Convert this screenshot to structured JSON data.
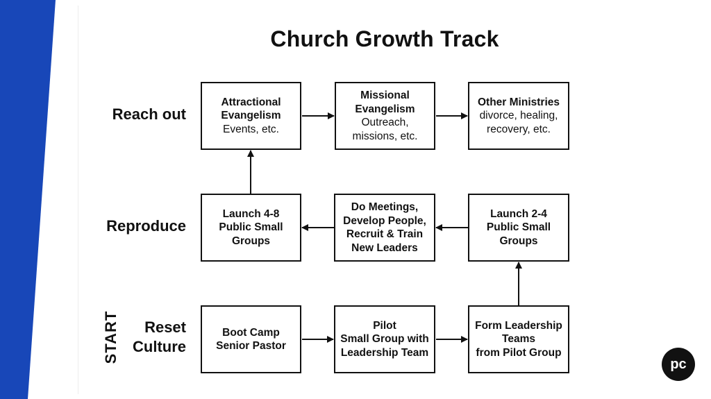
{
  "title": "Church Growth Track",
  "colors": {
    "stripe": "#1847b8",
    "logo": "#111111"
  },
  "rows": {
    "reach_out": "Reach out",
    "reproduce": "Reproduce",
    "reset_line1": "Reset",
    "reset_line2": "Culture",
    "start": "START"
  },
  "boxes": {
    "attractional": {
      "line1": "Attractional",
      "line2": "Evangelism",
      "line3": "Events, etc."
    },
    "missional": {
      "line1": "Missional",
      "line2": "Evangelism",
      "line3": "Outreach,",
      "line4": "missions, etc."
    },
    "other": {
      "line1": "Other Ministries",
      "line2": "divorce, healing,",
      "line3": "recovery, etc."
    },
    "launch48": {
      "line1": "Launch 4-8",
      "line2": "Public Small",
      "line3": "Groups"
    },
    "meetings": {
      "line1": "Do Meetings,",
      "line2": "Develop People,",
      "line3": "Recruit & Train",
      "line4": "New Leaders"
    },
    "launch24": {
      "line1": "Launch 2-4",
      "line2": "Public Small",
      "line3": "Groups"
    },
    "bootcamp": {
      "line1": "Boot Camp",
      "line2": "Senior Pastor"
    },
    "pilot": {
      "line1": "Pilot",
      "line2": "Small Group with",
      "line3": "Leadership Team"
    },
    "form": {
      "line1": "Form Leadership",
      "line2": "Teams",
      "line3": "from Pilot Group"
    }
  },
  "logo_text": "pc"
}
